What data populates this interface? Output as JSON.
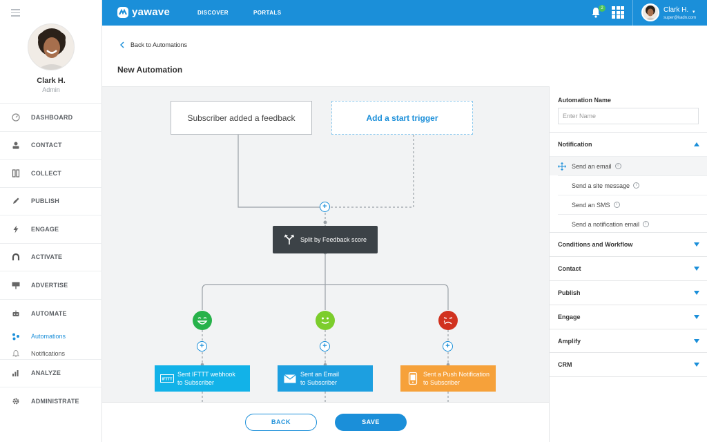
{
  "brand": {
    "name": "yawave",
    "accent": "#1b8fd9"
  },
  "topbar": {
    "nav": [
      "DISCOVER",
      "PORTALS"
    ],
    "notification_count": "2",
    "user_name": "Clark H.",
    "user_email": "super@kadn.com"
  },
  "sidebar": {
    "user_name": "Clark H.",
    "user_role": "Admin",
    "items": [
      {
        "label": "DASHBOARD",
        "icon": "gauge-icon"
      },
      {
        "label": "CONTACT",
        "icon": "contact-icon"
      },
      {
        "label": "COLLECT",
        "icon": "columns-icon"
      },
      {
        "label": "PUBLISH",
        "icon": "pen-icon"
      },
      {
        "label": "ENGAGE",
        "icon": "bolt-icon"
      },
      {
        "label": "ACTIVATE",
        "icon": "magnet-icon"
      },
      {
        "label": "ADVERTISE",
        "icon": "billboard-icon"
      },
      {
        "label": "AUTOMATE",
        "icon": "robot-icon"
      },
      {
        "label": "ANALYZE",
        "icon": "chart-icon"
      },
      {
        "label": "ADMINISTRATE",
        "icon": "gear-icon"
      }
    ],
    "automate_sub": [
      {
        "label": "Automations",
        "icon": "nodes-icon",
        "active": true
      },
      {
        "label": "Notifications",
        "icon": "bell-icon",
        "active": false
      }
    ]
  },
  "header": {
    "back_label": "Back to Automations",
    "title": "New Automation"
  },
  "canvas": {
    "trigger": "Subscriber added a feedback",
    "add_trigger": "Add a start trigger",
    "split": "Split by Feedback score",
    "actions": [
      {
        "line1": "Sent IFTTT webhook",
        "line2": "to Subscriber",
        "color": "#12b2e8",
        "icon": "ifttt-icon"
      },
      {
        "line1": "Sent an Email",
        "line2": "to Subscriber",
        "color": "#1d9fe0",
        "icon": "mail-icon"
      },
      {
        "line1": "Sent a Push Notification",
        "line2": "to Subscriber",
        "color": "#f6a13a",
        "icon": "phone-icon"
      }
    ],
    "faces": [
      {
        "mood": "happy",
        "color": "#27b24a"
      },
      {
        "mood": "neutral",
        "color": "#7ccd2c"
      },
      {
        "mood": "sad",
        "color": "#d1321f"
      }
    ]
  },
  "footer": {
    "back": "BACK",
    "save": "SAVE"
  },
  "panel": {
    "name_label": "Automation Name",
    "name_placeholder": "Enter Name",
    "notification": {
      "title": "Notification",
      "items": [
        "Send an email",
        "Send a site message",
        "Send an SMS",
        "Send a notification email"
      ]
    },
    "sections": [
      "Conditions and Workflow",
      "Contact",
      "Publish",
      "Engage",
      "Amplify",
      "CRM"
    ]
  }
}
